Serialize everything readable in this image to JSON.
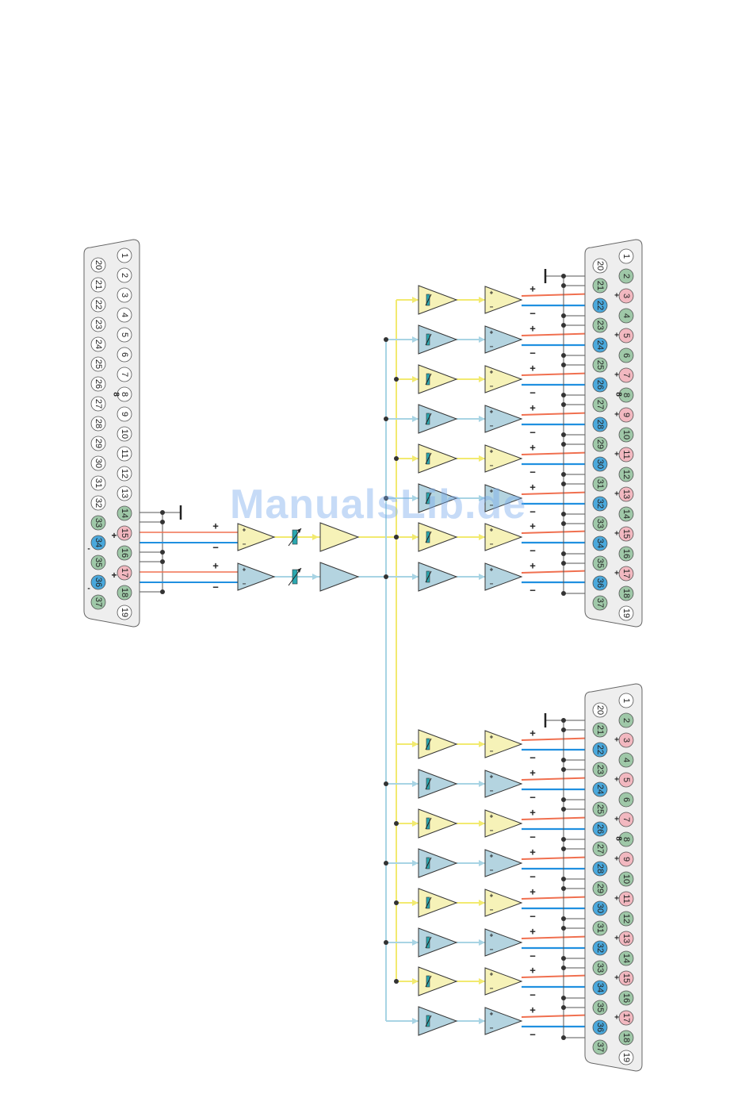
{
  "watermark": "ManualsLib.de",
  "colors": {
    "connector_fill": "#eeeeee",
    "pin_green": "#9fc8a8",
    "pin_pink": "#f2b8c0",
    "pin_blue": "#4aa8dc",
    "pin_white": "#ffffff",
    "wire_red": "#f07050",
    "wire_blue": "#2090e0",
    "wire_yellow": "#f2ea70",
    "wire_lightblue": "#a8d4e4",
    "amp_yellow": "#f6f2b8",
    "amp_blue": "#b4d4e0",
    "meter": "#2aa8b0",
    "ground": "#222222"
  },
  "connectors": {
    "input": {
      "top_row": [
        "1",
        "2",
        "3",
        "4",
        "5",
        "6",
        "7",
        "8",
        "9",
        "10",
        "11",
        "12",
        "13",
        "14",
        "15",
        "16",
        "17",
        "18",
        "19"
      ],
      "bottom_row": [
        "20",
        "21",
        "22",
        "23",
        "24",
        "25",
        "26",
        "27",
        "28",
        "29",
        "30",
        "31",
        "32",
        "33",
        "34",
        "35",
        "36",
        "37"
      ],
      "top_colors": [
        "w",
        "w",
        "w",
        "w",
        "w",
        "w",
        "w",
        "w",
        "w",
        "w",
        "w",
        "w",
        "w",
        "g",
        "p",
        "g",
        "p",
        "g",
        "w"
      ],
      "bottom_colors": [
        "w",
        "w",
        "w",
        "w",
        "w",
        "w",
        "w",
        "w",
        "w",
        "w",
        "w",
        "w",
        "w",
        "g",
        "b",
        "g",
        "b",
        "g"
      ],
      "labels": {
        "plus": "+",
        "minus": "-"
      }
    },
    "output": {
      "top_row": [
        "1",
        "2",
        "3",
        "4",
        "5",
        "6",
        "7",
        "8",
        "9",
        "10",
        "11",
        "12",
        "13",
        "14",
        "15",
        "16",
        "17",
        "18",
        "19"
      ],
      "bottom_row": [
        "20",
        "21",
        "22",
        "23",
        "24",
        "25",
        "26",
        "27",
        "28",
        "29",
        "30",
        "31",
        "32",
        "33",
        "34",
        "35",
        "36",
        "37"
      ],
      "top_colors": [
        "w",
        "g",
        "p",
        "g",
        "p",
        "g",
        "p",
        "g",
        "p",
        "g",
        "p",
        "g",
        "p",
        "g",
        "p",
        "g",
        "p",
        "g",
        "w"
      ],
      "bottom_colors": [
        "w",
        "g",
        "b",
        "g",
        "b",
        "g",
        "b",
        "g",
        "b",
        "g",
        "b",
        "g",
        "b",
        "g",
        "b",
        "g",
        "b",
        "g"
      ],
      "labels": {
        "plus": "+",
        "minus": "-"
      }
    }
  },
  "signal_labels": {
    "plus": "+",
    "minus": "−"
  },
  "topology": {
    "input_channels": 2,
    "output_groups": 2,
    "channels_per_group": 8
  }
}
